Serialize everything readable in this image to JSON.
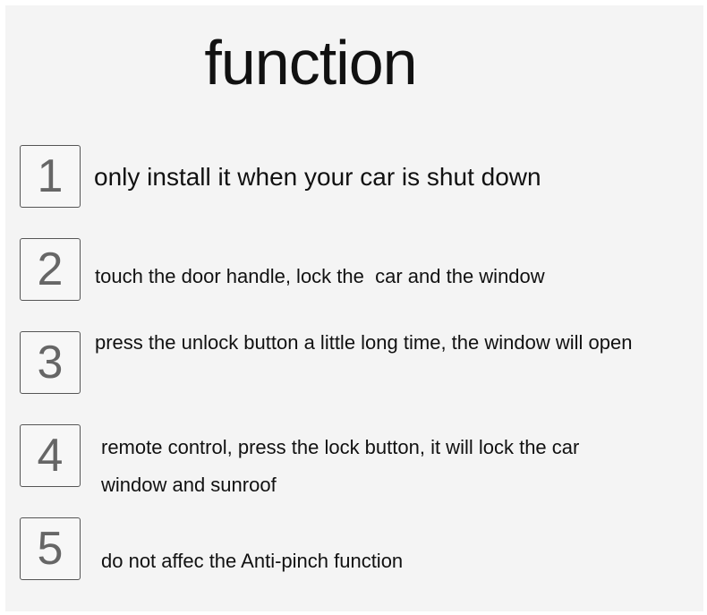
{
  "title": "function",
  "items": [
    {
      "number": "1",
      "text": "only install it when your car is shut down"
    },
    {
      "number": "2",
      "text": "touch the door handle, lock the  car and the window"
    },
    {
      "number": "3",
      "text": "press the unlock button a little long time, the window will open"
    },
    {
      "number": "4",
      "text": "remote control, press the lock button, it will lock the car window and sunroof"
    },
    {
      "number": "5",
      "text": "do not affec the Anti-pinch function"
    }
  ]
}
